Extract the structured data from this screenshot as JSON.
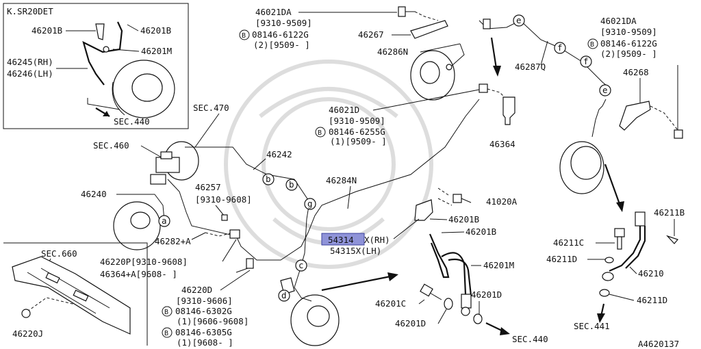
{
  "labels": {
    "inset_engine": "K.SR20DET",
    "inset_46201B_a": "46201B",
    "inset_46201B_b": "46201B",
    "inset_46201M": "46201M",
    "inset_46245": "46245(RH)",
    "inset_46246": "46246(LH)",
    "inset_sec440": "SEC.440",
    "sec470": "SEC.470",
    "sec460": "SEC.460",
    "p46242": "46242",
    "p46240": "46240",
    "p46257": "46257",
    "p46257_range": "[9310-9608]",
    "p46282A": "46282+A",
    "p46220P": "46220P[9310-9608]",
    "p46364A": "46364+A[9608-     ]",
    "p46220D": "46220D",
    "p46220D_range": "[9310-9606]",
    "bolt_6302G": "08146-6302G",
    "bolt_6302G_qty": "(1)[9606-9608]",
    "bolt_6305G": "08146-6305G",
    "bolt_6305G_qty": "(1)[9608-     ]",
    "sec660": "SEC.660",
    "p46220J": "46220J",
    "p46021DA_top": "46021DA",
    "p46021DA_top_range": "[9310-9509]",
    "bolt_6122G_top": "08146-6122G",
    "bolt_6122G_top_qty": "(2)[9509-     ]",
    "p46267": "46267",
    "p46286N": "46286N",
    "p46287Q": "46287Q",
    "p46021DA_right": "46021DA",
    "p46021DA_right_range": "[9310-9509]",
    "bolt_6122G_right": "08146-6122G",
    "bolt_6122G_right_qty": "(2)[9509-     ]",
    "p46268": "46268",
    "p46021D": "46021D",
    "p46021D_range": "[9310-9509]",
    "bolt_6255G": "08146-6255G",
    "bolt_6255G_qty": "(1)[9509-     ]",
    "p46364": "46364",
    "p46284N": "46284N",
    "p41020A": "41020A",
    "p46201B_mid_a": "46201B",
    "p46201B_mid_b": "46201B",
    "p54314_num": "54314",
    "p54314_suffix": "X(RH)",
    "p54315": "54315X(LH)",
    "p46201M": "46201M",
    "p46201C": "46201C",
    "p46201D_a": "46201D",
    "p46201D_b": "46201D",
    "sec440": "SEC.440",
    "p46211B": "46211B",
    "p46211C": "46211C",
    "p46211D_a": "46211D",
    "p46210": "46210",
    "p46211D_b": "46211D",
    "sec441": "SEC.441",
    "diagram_id": "A4620137"
  },
  "circle_markers": {
    "a": "a",
    "b": "b",
    "c": "c",
    "d": "d",
    "e": "e",
    "f": "f",
    "g": "g"
  },
  "symbols": {
    "bolt_mark": "B"
  },
  "colors": {
    "highlight_fill": "#8f93d8",
    "highlight_stroke": "#3a3f9a",
    "ink": "#111111"
  }
}
